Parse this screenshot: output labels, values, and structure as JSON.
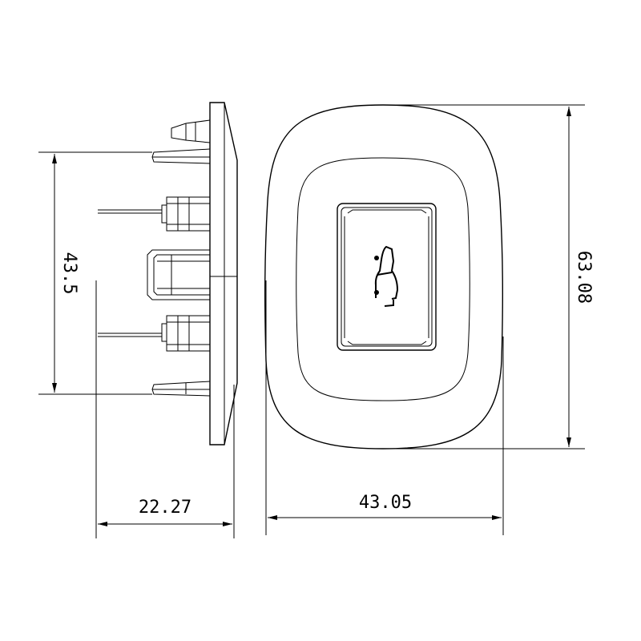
{
  "dimensions": {
    "side_height": "43.5",
    "side_depth": "22.27",
    "front_width": "43.05",
    "front_height": "63.08"
  }
}
